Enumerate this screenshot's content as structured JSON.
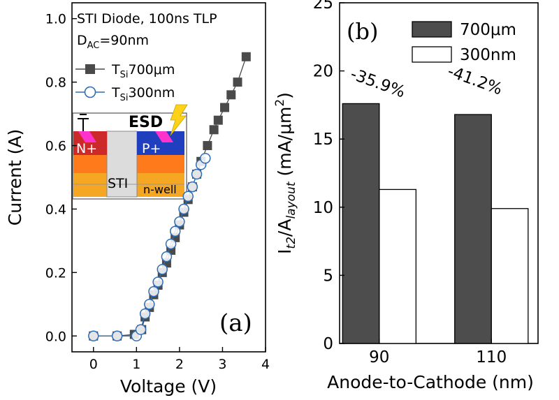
{
  "chart_data": [
    {
      "type": "scatter",
      "panel_label": "(a)",
      "title_lines": [
        "STI Diode, 100ns TLP",
        "D",
        "AC",
        "=90nm"
      ],
      "xlabel": "Voltage (V)",
      "ylabel": "Current (A)",
      "xlim": [
        -0.5,
        4
      ],
      "ylim": [
        -0.05,
        1.05
      ],
      "xticks": [
        "0",
        "1",
        "2",
        "3",
        "4"
      ],
      "yticks": [
        "0.0",
        "0.2",
        "0.4",
        "0.6",
        "0.8",
        "1.0"
      ],
      "legend_position": "top-left",
      "series": [
        {
          "name_main": "T",
          "name_sub": "Si",
          "name_rest": "700μm",
          "marker": "square",
          "color": "#4a4a4a",
          "x": [
            0,
            0.55,
            0.95,
            1.12,
            1.2,
            1.3,
            1.4,
            1.5,
            1.6,
            1.7,
            1.8,
            1.9,
            2.0,
            2.1,
            2.2,
            2.3,
            2.4,
            2.5,
            2.65,
            2.8,
            2.9,
            3.05,
            3.2,
            3.35,
            3.55
          ],
          "y": [
            0,
            0,
            0.005,
            0.02,
            0.06,
            0.09,
            0.13,
            0.16,
            0.2,
            0.23,
            0.27,
            0.31,
            0.35,
            0.39,
            0.43,
            0.47,
            0.51,
            0.55,
            0.6,
            0.65,
            0.68,
            0.72,
            0.76,
            0.8,
            0.88
          ]
        },
        {
          "name_main": "T",
          "name_sub": "Si",
          "name_rest": "300nm",
          "marker": "circle",
          "color": "#2f6db5",
          "x": [
            0,
            0.55,
            1.0,
            1.1,
            1.2,
            1.3,
            1.4,
            1.5,
            1.6,
            1.7,
            1.8,
            1.9,
            2.0,
            2.1,
            2.2,
            2.3,
            2.4,
            2.5,
            2.6
          ],
          "y": [
            0,
            0,
            0,
            0.02,
            0.07,
            0.1,
            0.14,
            0.17,
            0.21,
            0.25,
            0.29,
            0.33,
            0.36,
            0.4,
            0.44,
            0.47,
            0.51,
            0.54,
            0.56
          ]
        }
      ],
      "inset": {
        "labels": [
          "ESD",
          "N+",
          "P+",
          "STI",
          "n-well"
        ],
        "colors": {
          "n_plus": "#cc2a2a",
          "p_plus": "#1f3fbf",
          "contact": "#ff33cc",
          "orange_top": "#ff7a1a",
          "orange_bottom": "#f5a623",
          "sti": "#dcdcdc",
          "bolt": "#ffd21a"
        }
      }
    },
    {
      "type": "bar",
      "panel_label": "(b)",
      "xlabel": "Anode-to-Cathode (nm)",
      "ylabel_main": "I",
      "ylabel_sub1": "t2",
      "ylabel_mid": "/A",
      "ylabel_sub2": "layout",
      "ylabel_rest": " (mA/μm",
      "ylabel_sup": "2",
      "ylabel_end": ")",
      "categories": [
        "90",
        "110"
      ],
      "ylim": [
        0,
        25
      ],
      "yticks": [
        "0",
        "5",
        "10",
        "15",
        "20",
        "25"
      ],
      "legend_position": "top-right",
      "series": [
        {
          "name": "700μm",
          "color": "#4d4d4d",
          "values": [
            17.6,
            16.8
          ]
        },
        {
          "name": "300nm",
          "color": "#ffffff",
          "values": [
            11.3,
            9.9
          ]
        }
      ],
      "annotations": [
        "-35.9%",
        "-41.2%"
      ]
    }
  ]
}
